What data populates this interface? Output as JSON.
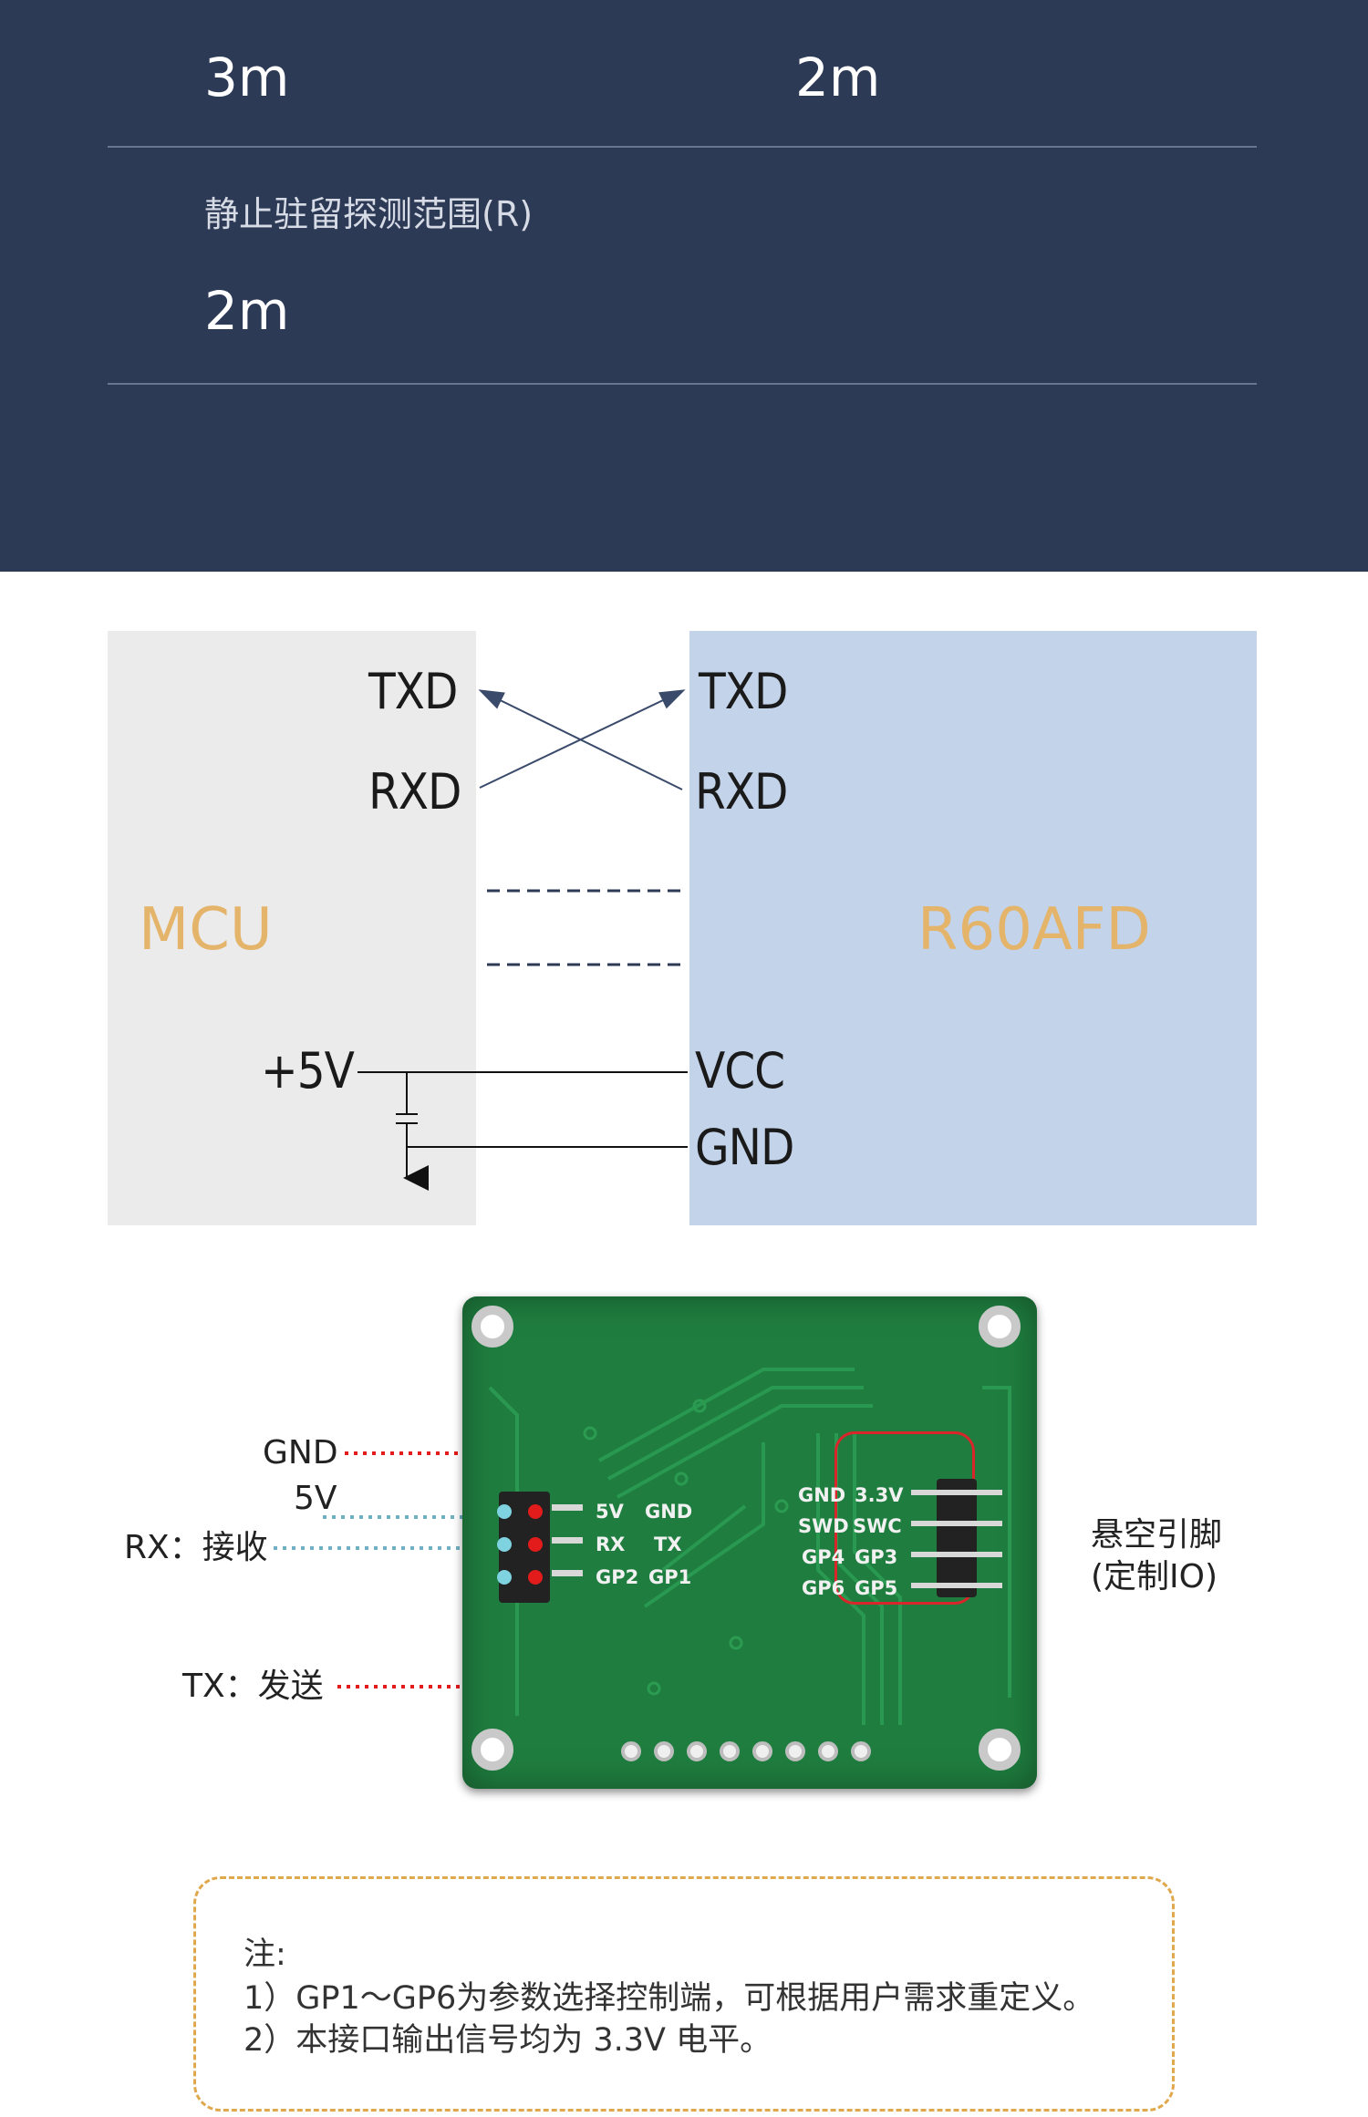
{
  "specs": {
    "row1_left_value": "3m",
    "row1_right_value": "2m",
    "row2_label": "静止驻留探测范围(R)",
    "row2_value": "2m"
  },
  "wiring": {
    "mcu_label": "MCU",
    "module_label": "R60AFD",
    "mcu_pins": [
      "TXD",
      "RXD",
      "+5V"
    ],
    "module_pins": [
      "TXD",
      "RXD",
      "VCC",
      "GND"
    ]
  },
  "board": {
    "left_annotations": [
      "GND",
      "5V",
      "RX：接收",
      "TX：发送"
    ],
    "right_annotation_line1": "悬空引脚",
    "right_annotation_line2": "(定制IO)",
    "silkscreen_left": [
      "5V",
      "GND",
      "RX",
      "TX",
      "GP2",
      "GP1"
    ],
    "silkscreen_right": [
      "GND",
      "3.3V",
      "SWD",
      "SWC",
      "GP4",
      "GP3",
      "GP6",
      "GP5"
    ]
  },
  "note": {
    "title": "注:",
    "line1": "1）GP1～GP6为参数选择控制端，可根据用户需求重定义。",
    "line2": "2）本接口输出信号均为 3.3V 电平。"
  },
  "colors": {
    "panel_bg": "#2d3a55",
    "mcu_box": "#ebebeb",
    "module_box": "#c3d3e9",
    "chip_label": "#e4b46b",
    "pcb_green": "#1f7e3f",
    "red_trace": "#e21b1b",
    "note_border": "#e0a84c"
  }
}
